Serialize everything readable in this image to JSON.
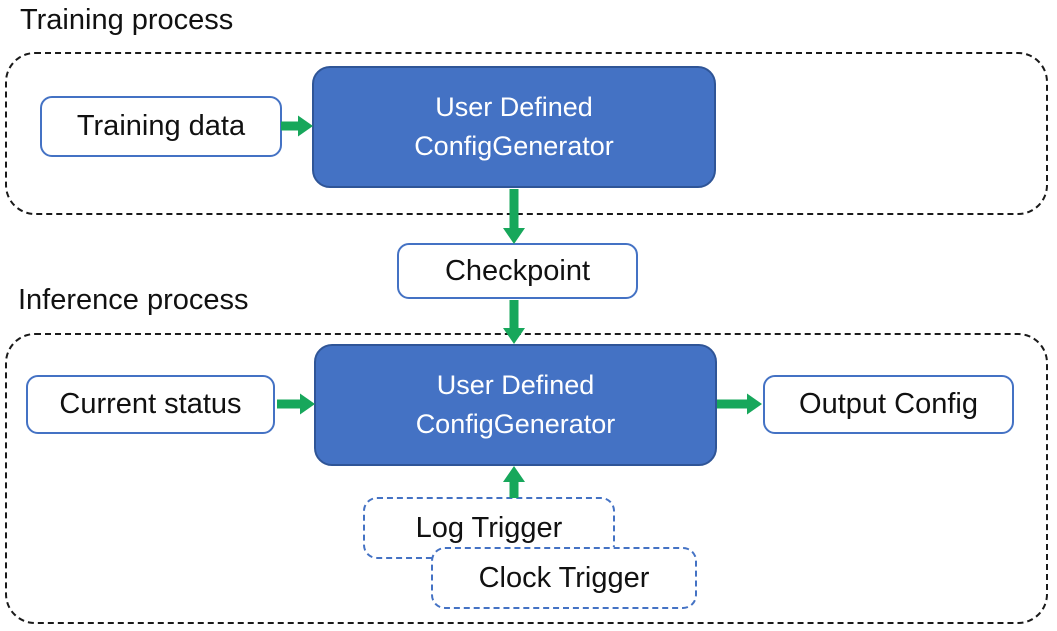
{
  "colors": {
    "canvas_bg": "#FFFFFF",
    "generator_fill": "#4472C4",
    "generator_border": "#2F5597",
    "io_box_border": "#4472C4",
    "trigger_border": "#4472C4",
    "arrow_green": "#17A75B",
    "section_border": "#1A1A1A",
    "text_dark": "#111111",
    "text_light": "#FFFFFF"
  },
  "training": {
    "section_label": "Training process",
    "input_label": "Training data",
    "generator_line1": "User Defined",
    "generator_line2": "ConfigGenerator"
  },
  "checkpoint_label": "Checkpoint",
  "inference": {
    "section_label": "Inference process",
    "input_label": "Current status",
    "generator_line1": "User Defined",
    "generator_line2": "ConfigGenerator",
    "output_label": "Output Config",
    "trigger_labels": [
      "Log Trigger",
      "Clock Trigger"
    ]
  }
}
